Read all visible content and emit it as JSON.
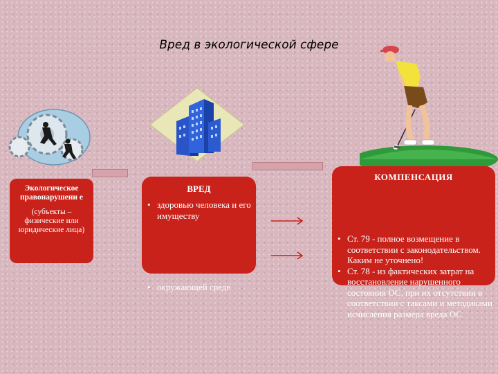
{
  "title": "Вред в экологической сфере",
  "left_box": {
    "heading": "Экологическое правонарушени е",
    "subtext": "(субъекты – физические или юридические лица)"
  },
  "middle_box": {
    "heading": "ВРЕД",
    "items": [
      "здоровью человека и его имуществу",
      "окружающей среде"
    ]
  },
  "right_box": {
    "heading": "КОМПЕНСАЦИЯ",
    "items": [
      "Ст. 79 - полное возмещение в соответствии с законодательством. Каким не уточнено!",
      "Ст. 78 - из фактических затрат на восстановление нарушенного состояния ОС, при их отсутствии в соответствии с таксами и методиками исчисления размера вреда ОС"
    ]
  },
  "icons": [
    "gears-businessmen-clipart",
    "office-buildings-icon",
    "golfer-clipart"
  ],
  "colors": {
    "box": "#c8221b",
    "background": "#d8b7bf",
    "text_on_box": "#ffffff"
  }
}
